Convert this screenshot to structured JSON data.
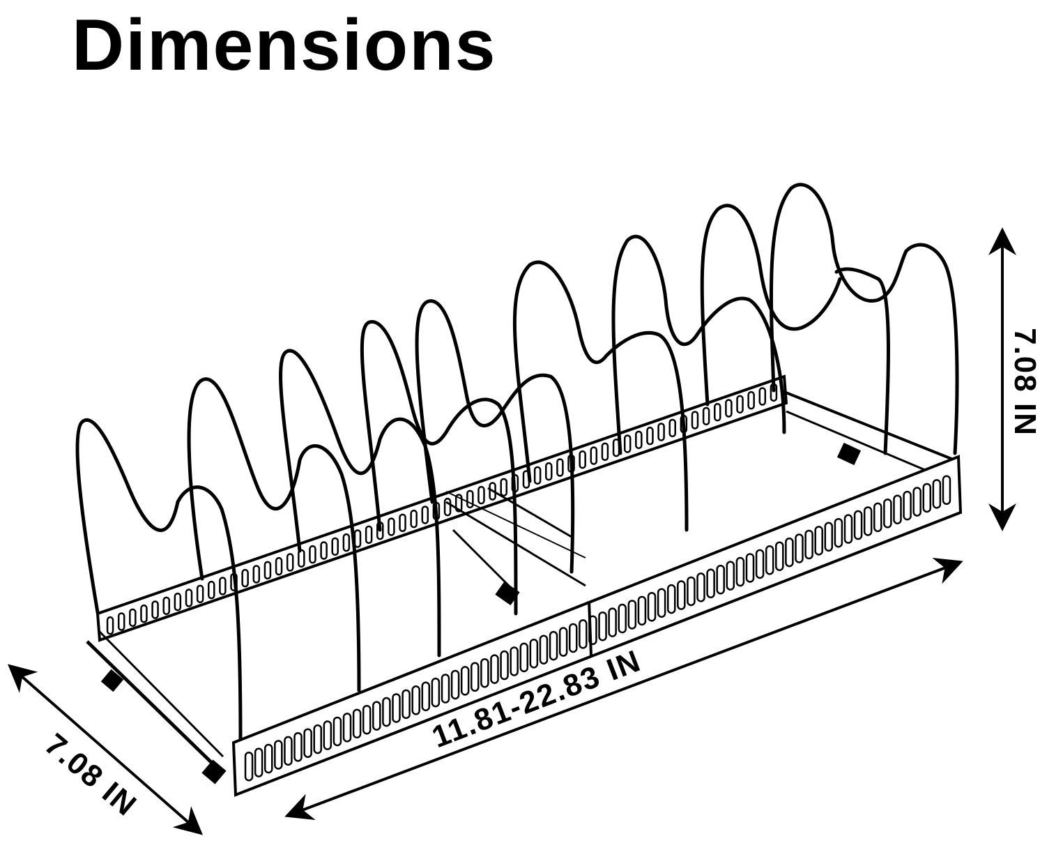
{
  "title": "Dimensions",
  "dimensions": {
    "length_label": "11.81-22.83 IN",
    "height_label": "7.08 IN",
    "width_label": "7.08 IN"
  },
  "colors": {
    "background": "#ffffff",
    "line": "#000000"
  }
}
